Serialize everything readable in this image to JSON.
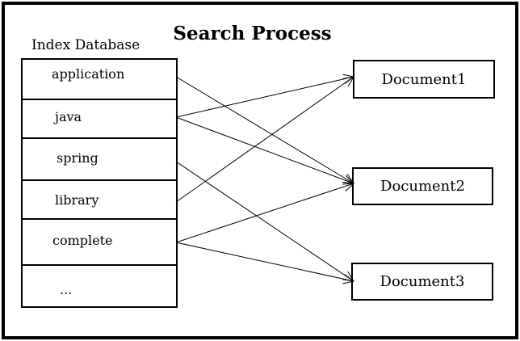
{
  "diagram": {
    "title": "Search Process",
    "index_caption": "Index Database",
    "index_terms": [
      {
        "id": "application",
        "label": "application"
      },
      {
        "id": "java",
        "label": "java"
      },
      {
        "id": "spring",
        "label": "spring"
      },
      {
        "id": "library",
        "label": "library"
      },
      {
        "id": "complete",
        "label": "complete"
      },
      {
        "id": "more",
        "label": "..."
      }
    ],
    "documents": [
      {
        "id": "doc1",
        "label": "Document1"
      },
      {
        "id": "doc2",
        "label": "Document2"
      },
      {
        "id": "doc3",
        "label": "Document3"
      }
    ],
    "links": [
      {
        "from": "application",
        "to": "doc2"
      },
      {
        "from": "java",
        "to": "doc1"
      },
      {
        "from": "java",
        "to": "doc2"
      },
      {
        "from": "spring",
        "to": "doc3"
      },
      {
        "from": "library",
        "to": "doc1"
      },
      {
        "from": "complete",
        "to": "doc2"
      },
      {
        "from": "complete",
        "to": "doc3"
      }
    ],
    "colors": {
      "stroke": "#000000",
      "background": "#ffffff"
    }
  }
}
